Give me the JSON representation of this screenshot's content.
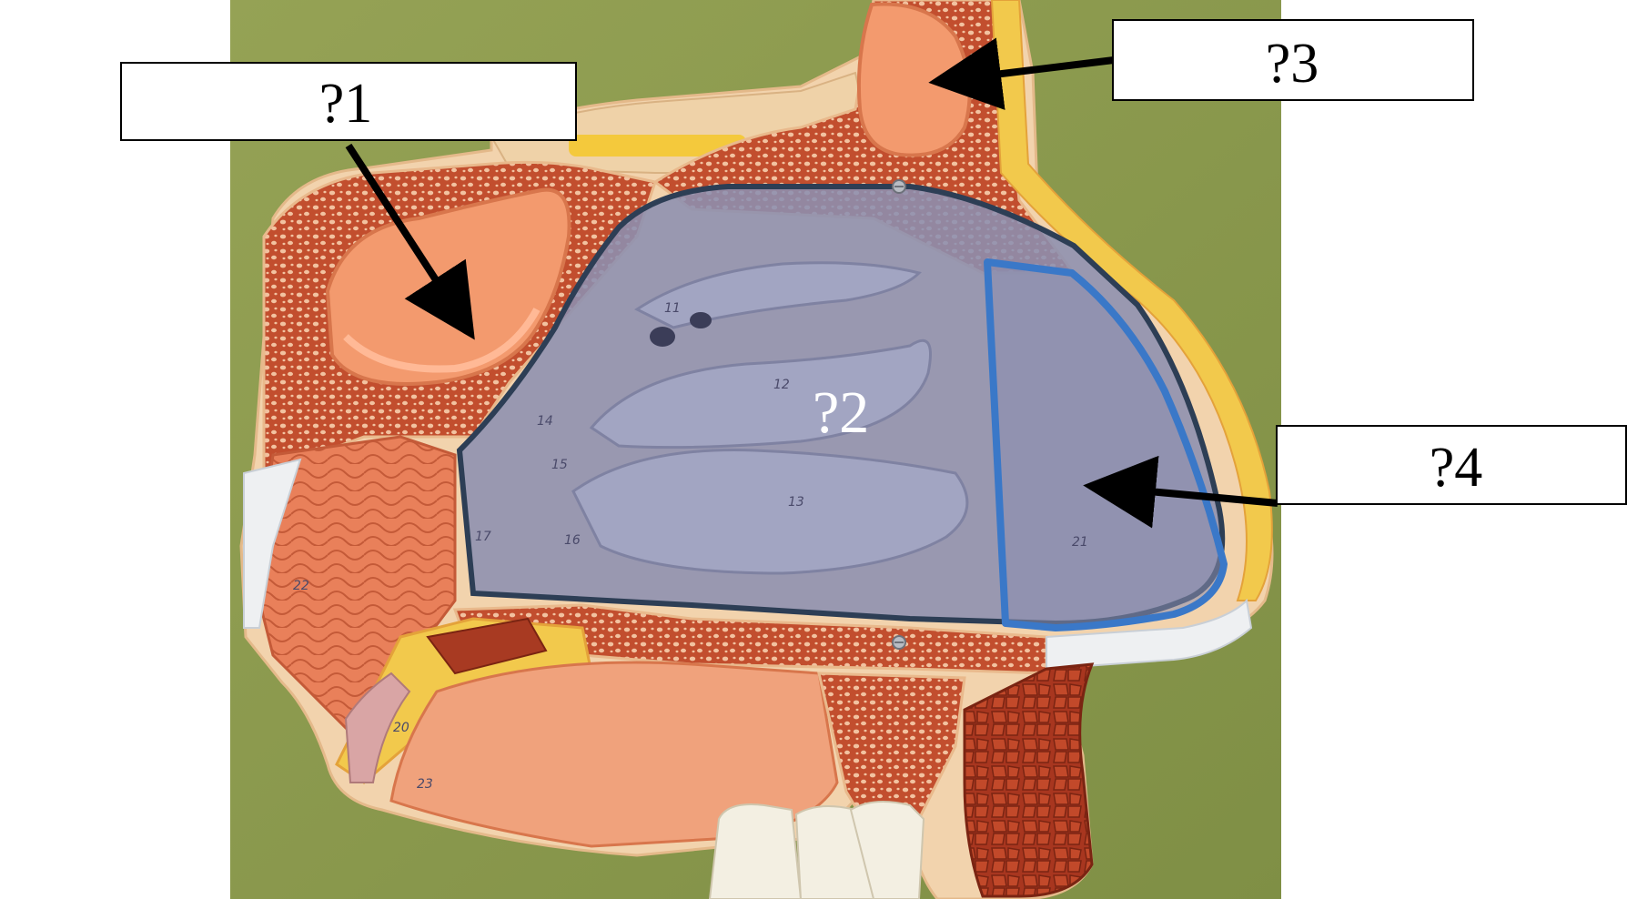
{
  "labels": {
    "l1": "?1",
    "l2": "?2",
    "l3": "?3",
    "l4": "?4"
  },
  "model_numbers": [
    "11",
    "12",
    "13",
    "14",
    "15",
    "16",
    "17",
    "20",
    "21",
    "22",
    "23"
  ],
  "colors": {
    "background_green": "#8e9c4e",
    "bone_tan": "#f2d7b0",
    "spongy_red": "#b8452a",
    "mucosa_salmon": "#f39a6e",
    "fat_yellow": "#f2c94c",
    "overlay_grey": "#8c8fb0",
    "outline_dark": "#2d3e55",
    "outline_blue": "#3a78c8",
    "arrow": "#000000"
  },
  "icons": [
    "arrow-icon",
    "screw-icon"
  ]
}
